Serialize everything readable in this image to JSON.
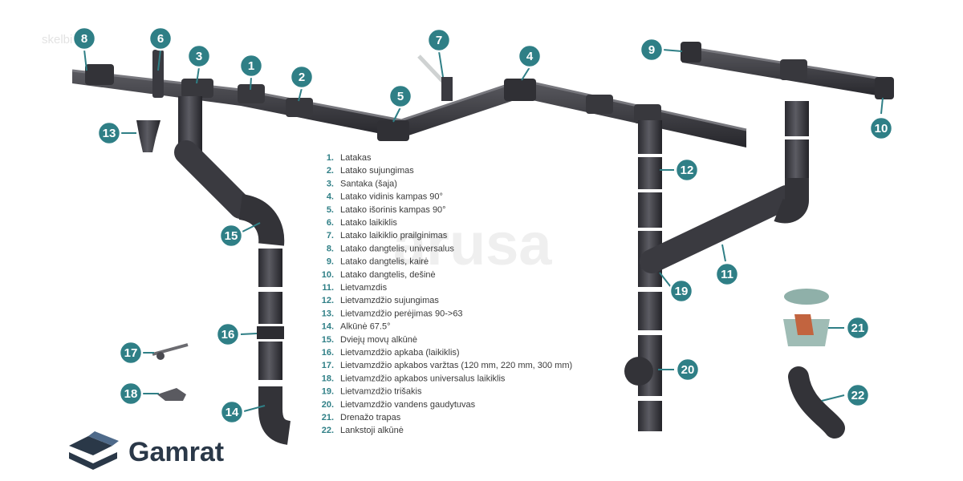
{
  "watermark": {
    "top_left": "skelbiu.lt",
    "center": "arusa"
  },
  "brand": {
    "name": "Gamrat",
    "mark_color": "#2a3848"
  },
  "colors": {
    "accent": "#2f7f86",
    "pipe": "#3a3a40",
    "pipe_light": "#6c6c72",
    "legend_text": "#3a3a3a"
  },
  "legend": [
    {
      "num": "1.",
      "label": "Latakas"
    },
    {
      "num": "2.",
      "label": "Latako sujungimas"
    },
    {
      "num": "3.",
      "label": "Santaka (šaja)"
    },
    {
      "num": "4.",
      "label": "Latako vidinis kampas 90°"
    },
    {
      "num": "5.",
      "label": "Latako išorinis kampas 90°"
    },
    {
      "num": "6.",
      "label": "Latako laikiklis"
    },
    {
      "num": "7.",
      "label": "Latako laikiklio prailginimas"
    },
    {
      "num": "8.",
      "label": "Latako dangtelis, universalus"
    },
    {
      "num": "9.",
      "label": "Latako dangtelis, kairė"
    },
    {
      "num": "10.",
      "label": "Latako dangtelis, dešinė"
    },
    {
      "num": "11.",
      "label": "Lietvamzdis"
    },
    {
      "num": "12.",
      "label": "Lietvamzdžio sujungimas"
    },
    {
      "num": "13.",
      "label": "Lietvamzdžio perėjimas 90->63"
    },
    {
      "num": "14.",
      "label": "Alkūnė 67.5°"
    },
    {
      "num": "15.",
      "label": "Dviejų movų alkūnė"
    },
    {
      "num": "16.",
      "label": "Lietvamzdžio apkaba (laikiklis)"
    },
    {
      "num": "17.",
      "label": "Lietvamzdžio apkabos varžtas (120 mm, 220 mm, 300 mm)"
    },
    {
      "num": "18.",
      "label": "Lietvamzdžio apkabos universalus laikiklis"
    },
    {
      "num": "19.",
      "label": "Lietvamzdžio trišakis"
    },
    {
      "num": "20.",
      "label": "Lietvamzdžio vandens gaudytuvas"
    },
    {
      "num": "21.",
      "label": "Drenažo trapas"
    },
    {
      "num": "22.",
      "label": "Lankstoji alkūnė"
    }
  ],
  "callouts": [
    "8",
    "6",
    "3",
    "1",
    "2",
    "5",
    "7",
    "4",
    "9",
    "10",
    "13",
    "12",
    "15",
    "11",
    "19",
    "16",
    "17",
    "20",
    "21",
    "18",
    "22",
    "14"
  ]
}
